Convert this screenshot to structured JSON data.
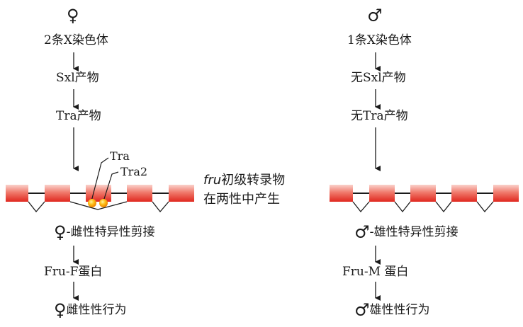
{
  "female": {
    "symbol": "♀",
    "chromosomes": "2条X染色体",
    "sxl": "Sxl产物",
    "tra": "Tra产物",
    "splicing_symbol": "♀",
    "splicing": "-雌性特异性剪接",
    "protein": "Fru-F蛋白",
    "behavior_symbol": "♀",
    "behavior": "雌性性行为"
  },
  "male": {
    "symbol": "♂",
    "chromosomes": "1条X染色体",
    "sxl": "无Sxl产物",
    "tra": "无Tra产物",
    "splicing_symbol": "♂",
    "splicing": "-雄性特异性剪接",
    "protein": "Fru-M 蛋白",
    "behavior_symbol": "♂",
    "behavior": "雄性性行为"
  },
  "factors": {
    "tra": "Tra",
    "tra2": "Tra2"
  },
  "transcript_note": {
    "italic": "fru",
    "line1": "初级转录物",
    "line2": "在两性中产生"
  },
  "colors": {
    "exon_light": "#f8b8b0",
    "exon_dark": "#e8332a",
    "factor": "#f7a21b",
    "line": "#1a1a1a"
  }
}
